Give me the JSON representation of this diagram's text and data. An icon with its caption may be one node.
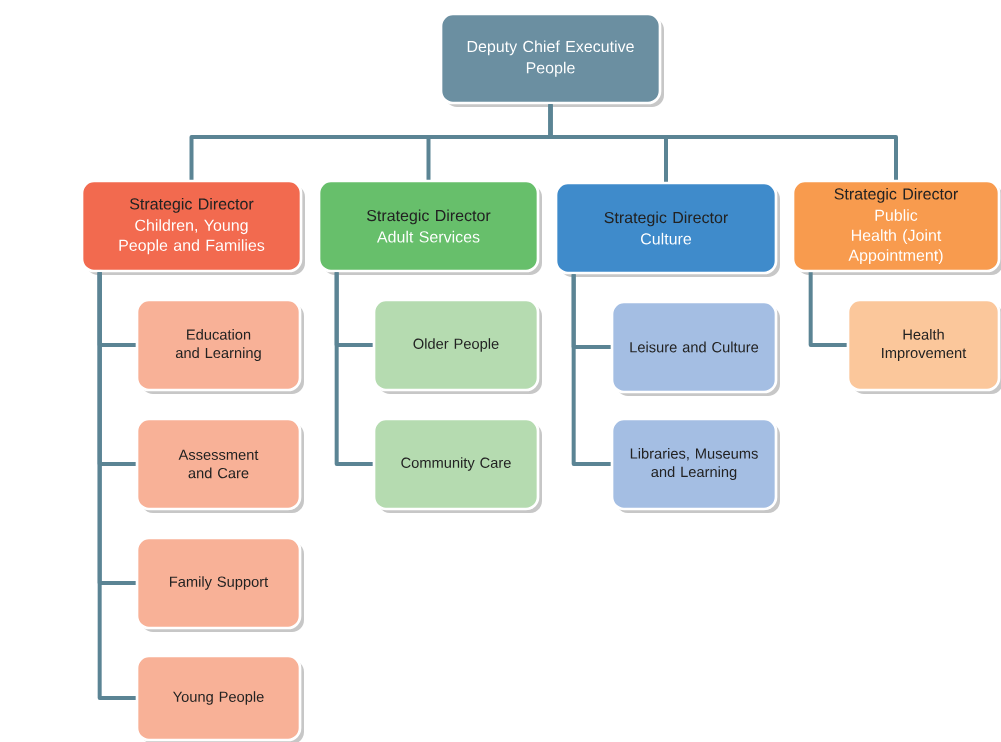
{
  "diagram": {
    "nodes": [
      {
        "text": [
          "Deputy Chief Executive",
          "People"
        ]
      },
      {
        "text": [
          "Strategic Director",
          "Children, Young People and Families"
        ]
      },
      {
        "text": [
          "Strategic Director",
          "Adult Services"
        ]
      },
      {
        "text": [
          "Strategic Director",
          "Culture"
        ]
      },
      {
        "text": [
          "Strategic Director",
          "Public Health (Joint Appointment)"
        ]
      },
      {
        "text": [
          "Education and Learning"
        ]
      },
      {
        "text": [
          "Assessment and Care"
        ]
      },
      {
        "text": [
          "Family Support"
        ]
      },
      {
        "text": [
          "Young People"
        ]
      },
      {
        "text": [
          "Older People"
        ]
      },
      {
        "text": [
          "Community Care"
        ]
      },
      {
        "text": [
          "Leisure and Culture"
        ]
      },
      {
        "text": [
          "Libraries, Museums and Learning"
        ]
      },
      {
        "text": [
          "Health Improvement"
        ]
      }
    ],
    "edges": [
      {
        "from": 0,
        "to": 1,
        "arrow": "none"
      },
      {
        "from": 0,
        "to": 2,
        "arrow": "none"
      },
      {
        "from": 0,
        "to": 3,
        "arrow": "none"
      },
      {
        "from": 0,
        "to": 4,
        "arrow": "none"
      },
      {
        "from": 1,
        "to": 5,
        "arrow": "none"
      },
      {
        "from": 1,
        "to": 6,
        "arrow": "none"
      },
      {
        "from": 1,
        "to": 7,
        "arrow": "none"
      },
      {
        "from": 1,
        "to": 8,
        "arrow": "none"
      },
      {
        "from": 2,
        "to": 9,
        "arrow": "none"
      },
      {
        "from": 2,
        "to": 10,
        "arrow": "none"
      },
      {
        "from": 3,
        "to": 11,
        "arrow": "none"
      },
      {
        "from": 3,
        "to": 12,
        "arrow": "none"
      },
      {
        "from": 4,
        "to": 13,
        "arrow": "none"
      }
    ]
  }
}
